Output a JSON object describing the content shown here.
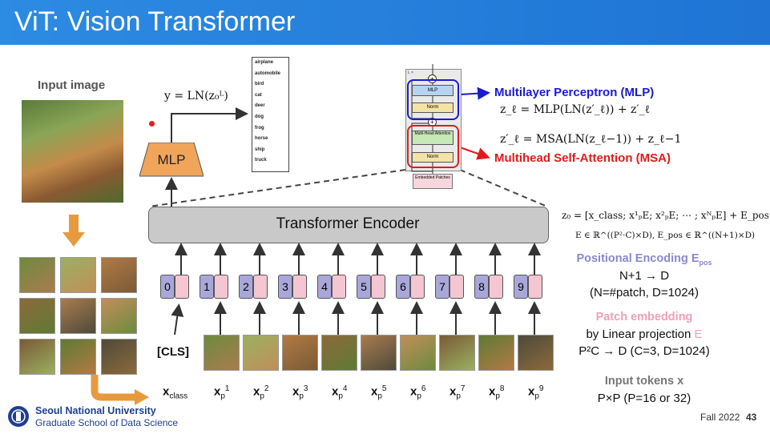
{
  "slide": {
    "title": "ViT: Vision Transformer",
    "footer_right_text": "Fall 2022",
    "page_number": "43",
    "logo": {
      "line1": "Seoul National University",
      "line2": "Graduate School of Data Science"
    }
  },
  "left": {
    "input_image_label": "Input image"
  },
  "mlp_head": {
    "label": "MLP",
    "equation": "y = LN(z₀ᴸ)",
    "classes": [
      "airplane",
      "automobile",
      "bird",
      "cat",
      "deer",
      "dog",
      "frog",
      "horse",
      "ship",
      "truck"
    ]
  },
  "encoder": {
    "label": "Transformer Encoder"
  },
  "block": {
    "top_label": "L ×",
    "mlp": "MLP",
    "norm_top": "Norm",
    "mha": "Multi-Head Attention",
    "norm_bottom": "Norm",
    "embedded": "Embedded Patches",
    "plus": "+"
  },
  "annotations": {
    "mlp_title": "Multilayer Perceptron (MLP)",
    "mlp_eq": "z_ℓ = MLP(LN(z′_ℓ)) + z′_ℓ",
    "msa_eq": "z′_ℓ = MSA(LN(z_ℓ−1)) + z_ℓ−1",
    "msa_title": "Multihead Self-Attention (MSA)"
  },
  "tokens": {
    "numbers": [
      "0",
      "1",
      "2",
      "3",
      "4",
      "5",
      "6",
      "7",
      "8",
      "9"
    ],
    "cls_label": "[CLS]",
    "x_labels": [
      {
        "base": "x",
        "sub": "class",
        "sup": ""
      },
      {
        "base": "x",
        "sub": "p",
        "sup": "1"
      },
      {
        "base": "x",
        "sub": "p",
        "sup": "2"
      },
      {
        "base": "x",
        "sub": "p",
        "sup": "3"
      },
      {
        "base": "x",
        "sub": "p",
        "sup": "4"
      },
      {
        "base": "x",
        "sub": "p",
        "sup": "5"
      },
      {
        "base": "x",
        "sub": "p",
        "sup": "6"
      },
      {
        "base": "x",
        "sub": "p",
        "sup": "7"
      },
      {
        "base": "x",
        "sub": "p",
        "sup": "8"
      },
      {
        "base": "x",
        "sub": "p",
        "sup": "9"
      }
    ]
  },
  "right_panel": {
    "z0_eq": "z₀ = [x_class; x¹ₚE; x²ₚE; ⋯ ; xᴺₚE] + E_pos",
    "e_eq": "E ∈ ℝ^((P²·C)×D),  E_pos ∈ ℝ^((N+1)×D)",
    "pos_enc_title": "Positional Encoding E",
    "pos_enc_sub": "pos",
    "n_to_d": "N+1 → D",
    "n_def": "(N=#patch, D=1024)",
    "patch_emb_title": "Patch embedding",
    "linear_proj": "by Linear projection",
    "linear_proj_e": "E",
    "p2c": "P²C → D (C=3, D=1024)",
    "input_tokens": "Input tokens x",
    "pxp": "P×P (P=16 or 32)"
  },
  "colors": {
    "title_bar": "#2279d8",
    "mlp_box": "#f0a55a",
    "encoder": "#c9c9c9",
    "token_num": "#a9a7d9",
    "token_emb": "#f3c6d2",
    "mlp_blue": "#1a1ad0",
    "msa_red": "#e01b1b",
    "pos_purple": "#8a88cc",
    "patch_pink": "#f0a0b6",
    "arrow_orange": "#e79a3d"
  }
}
